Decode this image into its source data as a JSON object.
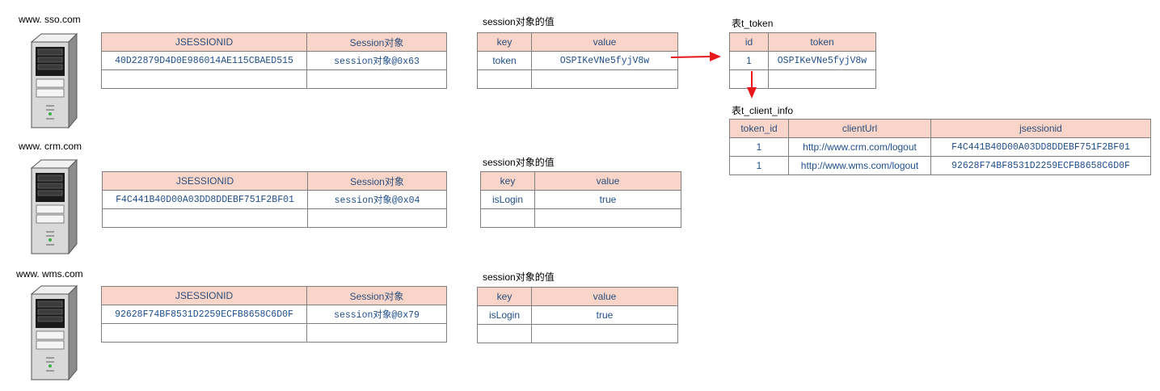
{
  "servers": [
    {
      "host": "www. sso.com",
      "session_table": {
        "headers": [
          "JSESSIONID",
          "Session对象"
        ],
        "rows": [
          [
            "40D22879D4D0E986014AE115CBAED515",
            "session对象@0x63"
          ],
          [
            "",
            ""
          ]
        ]
      },
      "values_title": "session对象的值",
      "values_table": {
        "headers": [
          "key",
          "value"
        ],
        "rows": [
          [
            "token",
            "OSPIKeVNe5fyjV8w"
          ],
          [
            "",
            ""
          ]
        ]
      }
    },
    {
      "host": "www. crm.com",
      "session_table": {
        "headers": [
          "JSESSIONID",
          "Session对象"
        ],
        "rows": [
          [
            "F4C441B40D00A03DD8DDEBF751F2BF01",
            "session对象@0x04"
          ],
          [
            "",
            ""
          ]
        ]
      },
      "values_title": "session对象的值",
      "values_table": {
        "headers": [
          "key",
          "value"
        ],
        "rows": [
          [
            "isLogin",
            "true"
          ],
          [
            "",
            ""
          ]
        ]
      }
    },
    {
      "host": "www. wms.com",
      "session_table": {
        "headers": [
          "JSESSIONID",
          "Session对象"
        ],
        "rows": [
          [
            "92628F74BF8531D2259ECFB8658C6D0F",
            "session对象@0x79"
          ],
          [
            "",
            ""
          ]
        ]
      },
      "values_title": "session对象的值",
      "values_table": {
        "headers": [
          "key",
          "value"
        ],
        "rows": [
          [
            "isLogin",
            "true"
          ],
          [
            "",
            ""
          ]
        ]
      }
    }
  ],
  "token_table": {
    "title": "表t_token",
    "headers": [
      "id",
      "token"
    ],
    "rows": [
      [
        "1",
        "OSPIKeVNe5fyjV8w"
      ],
      [
        "",
        ""
      ]
    ]
  },
  "client_info_table": {
    "title": "表t_client_info",
    "headers": [
      "token_id",
      "clientUrl",
      "jsessionid"
    ],
    "rows": [
      [
        "1",
        "http://www.crm.com/logout",
        "F4C441B40D00A03DD8DDEBF751F2BF01"
      ],
      [
        "1",
        "http://www.wms.com/logout",
        "92628F74BF8531D2259ECFB8658C6D0F"
      ]
    ]
  },
  "colors": {
    "header_fill": "#f8d5c8",
    "header_text": "#2b4f7c",
    "cell_text": "#1f4e8c",
    "border": "#7f7f7f",
    "arrow": "#e8171c"
  },
  "icons": [
    "server-icon",
    "arrow-right-icon",
    "arrow-down-icon"
  ]
}
